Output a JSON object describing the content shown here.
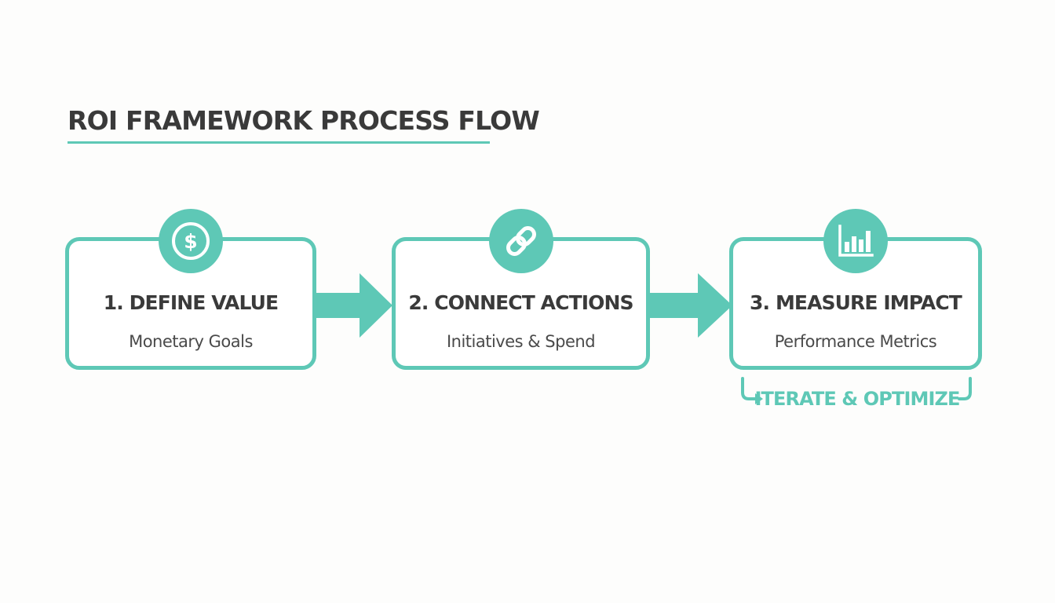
{
  "diagram": {
    "title": "ROI FRAMEWORK PROCESS FLOW",
    "accent_color": "#5ec8b6",
    "text_color": "#3a3a3a",
    "steps": [
      {
        "title": "1. DEFINE VALUE",
        "subtitle": "Monetary Goals",
        "icon": "dollar-icon"
      },
      {
        "title": "2. CONNECT ACTIONS",
        "subtitle": "Initiatives & Spend",
        "icon": "link-icon"
      },
      {
        "title": "3. MEASURE IMPACT",
        "subtitle": "Performance Metrics",
        "icon": "bar-chart-icon"
      }
    ],
    "loop_label": "ITERATE & OPTIMIZE"
  }
}
